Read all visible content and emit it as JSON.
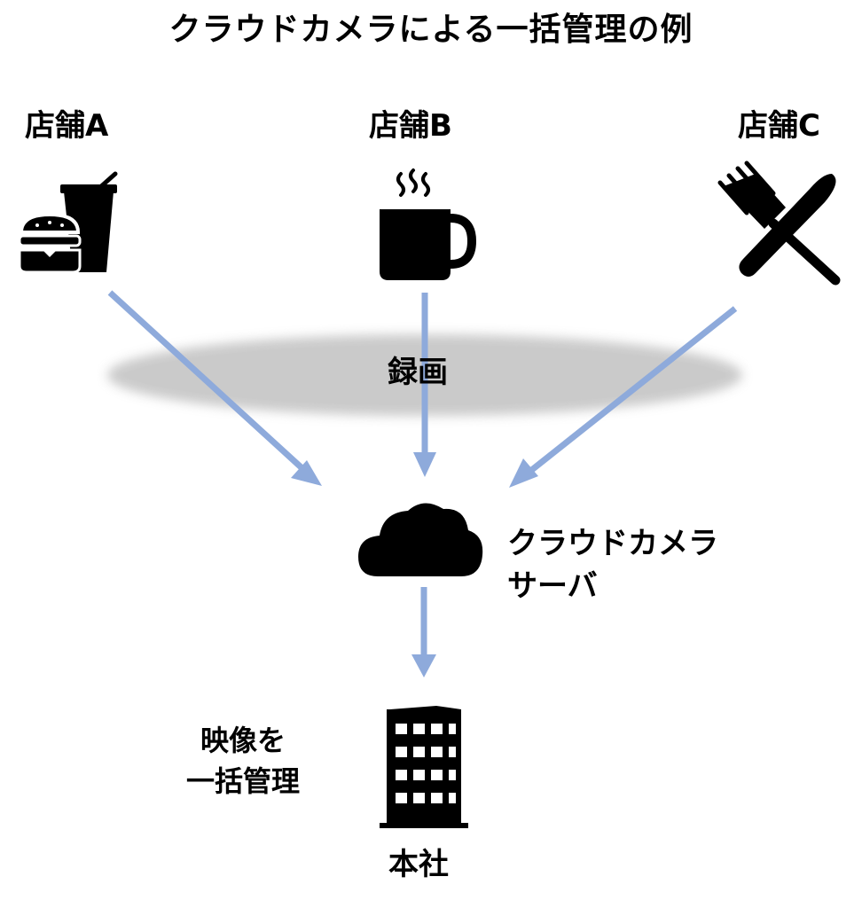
{
  "title": "クラウドカメラによる一括管理の例",
  "stores": [
    {
      "label": "店舗A",
      "icon": "fast-food-icon"
    },
    {
      "label": "店舗B",
      "icon": "coffee-mug-icon"
    },
    {
      "label": "店舗C",
      "icon": "fork-knife-icon"
    }
  ],
  "recording": {
    "label": "録画"
  },
  "server": {
    "line1": "クラウドカメラ",
    "line2": "サーバ",
    "icon": "cloud-icon"
  },
  "management": {
    "line1": "映像を",
    "line2": "一括管理"
  },
  "headquarters": {
    "label": "本社",
    "icon": "office-building-icon"
  },
  "colors": {
    "arrow": "#8eaadb",
    "ellipse": "#d0d0d0",
    "icon": "#000000",
    "text": "#000000"
  }
}
